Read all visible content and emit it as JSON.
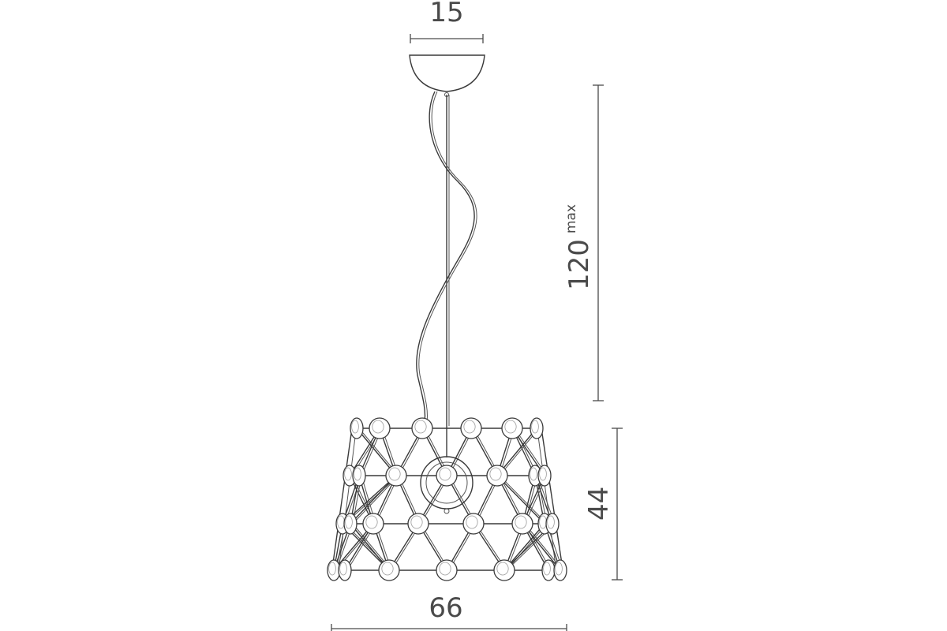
{
  "dimensions": {
    "canopy_width": "15",
    "suspension_length": "120",
    "suspension_suffix": "max",
    "shade_height": "44",
    "shade_width": "66"
  },
  "colors": {
    "line": "#3a3a3a",
    "dimension": "#4a4a4a",
    "background": "#ffffff"
  }
}
